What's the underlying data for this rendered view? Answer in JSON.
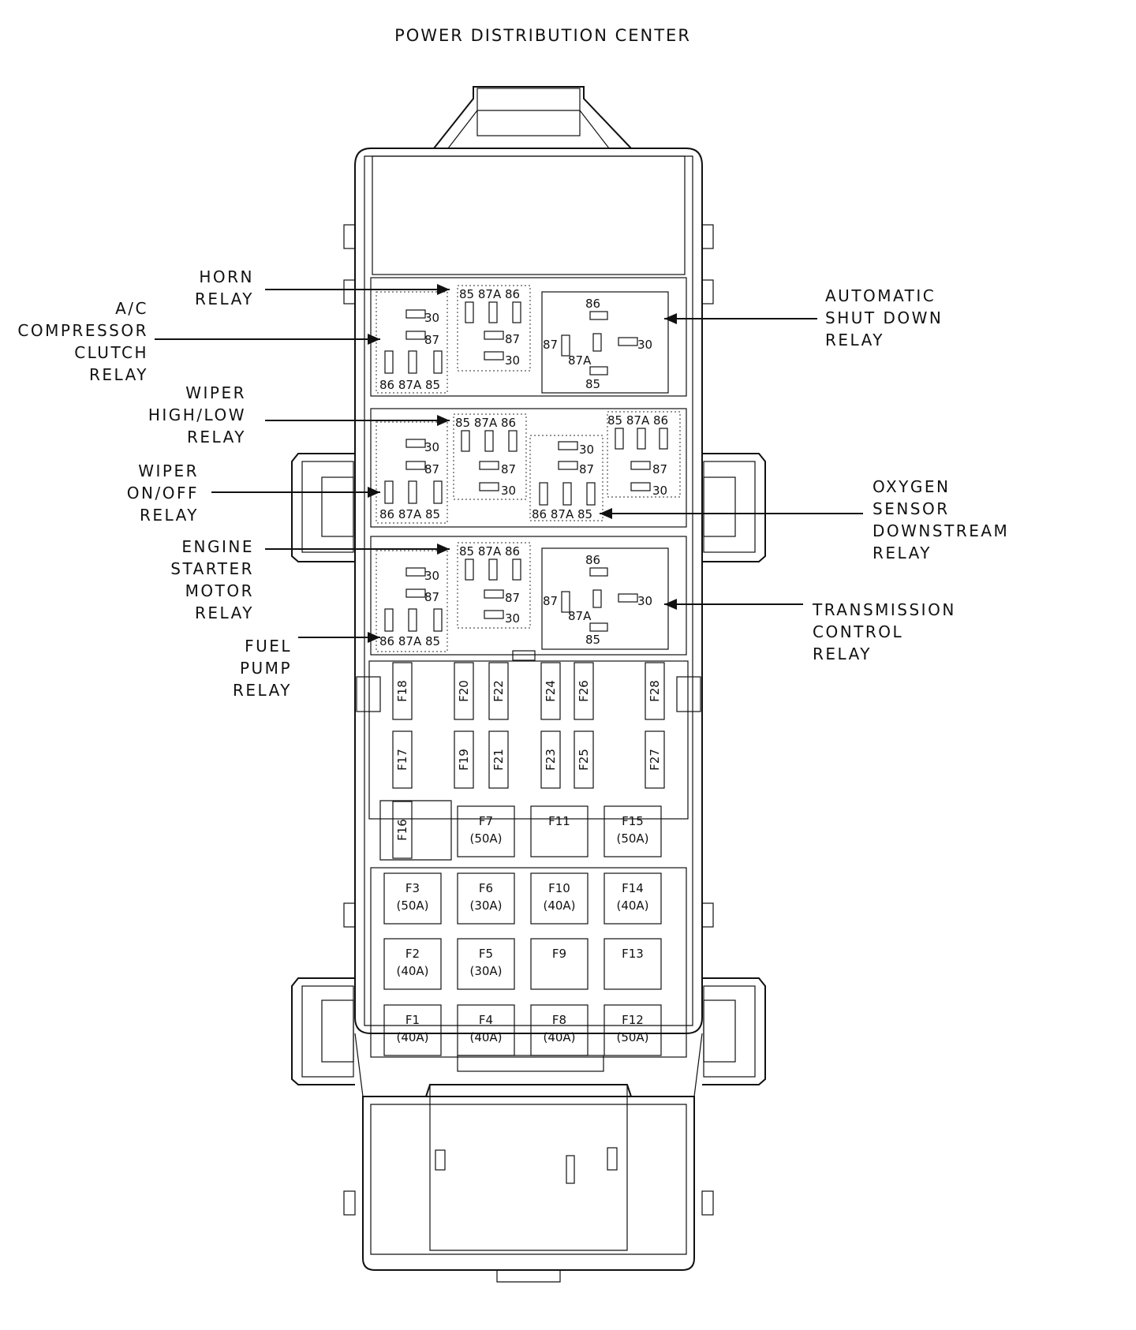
{
  "title": "POWER DISTRIBUTION CENTER",
  "callouts": {
    "horn_relay": [
      "HORN",
      "RELAY"
    ],
    "ac_clutch_relay": [
      "A/C",
      "COMPRESSOR",
      "CLUTCH",
      "RELAY"
    ],
    "wiper_highlow_relay": [
      "WIPER",
      "HIGH/LOW",
      "RELAY"
    ],
    "wiper_onoff_relay": [
      "WIPER",
      "ON/OFF",
      "RELAY"
    ],
    "engine_starter_relay": [
      "ENGINE",
      "STARTER",
      "MOTOR",
      "RELAY"
    ],
    "fuel_pump_relay": [
      "FUEL",
      "PUMP",
      "RELAY"
    ],
    "asd_relay": [
      "AUTOMATIC",
      "SHUT DOWN",
      "RELAY"
    ],
    "o2_downstream_relay": [
      "OXYGEN",
      "SENSOR",
      "DOWNSTREAM",
      "RELAY"
    ],
    "trans_control_relay": [
      "TRANSMISSION",
      "CONTROL",
      "RELAY"
    ]
  },
  "pins": {
    "top_row": "85 87A 86",
    "bottom_row": "86 87A 85",
    "p30": "30",
    "p87": "87",
    "p86": "86",
    "p85": "85",
    "p87a": "87A"
  },
  "mini_fuses_top": [
    "F18",
    "F20",
    "F22",
    "F24",
    "F26",
    "F28"
  ],
  "mini_fuses_mid": [
    "F17",
    "F19",
    "F21",
    "F23",
    "F25",
    "F27"
  ],
  "mini_fuse_low": "F16",
  "maxi_fuses": [
    {
      "id": "F7",
      "rating": "(50A)"
    },
    {
      "id": "F11",
      "rating": ""
    },
    {
      "id": "F15",
      "rating": "(50A)"
    },
    {
      "id": "F3",
      "rating": "(50A)"
    },
    {
      "id": "F6",
      "rating": "(30A)"
    },
    {
      "id": "F10",
      "rating": "(40A)"
    },
    {
      "id": "F14",
      "rating": "(40A)"
    },
    {
      "id": "F2",
      "rating": "(40A)"
    },
    {
      "id": "F5",
      "rating": "(30A)"
    },
    {
      "id": "F9",
      "rating": ""
    },
    {
      "id": "F13",
      "rating": ""
    },
    {
      "id": "F1",
      "rating": "(40A)"
    },
    {
      "id": "F4",
      "rating": "(40A)"
    },
    {
      "id": "F8",
      "rating": "(40A)"
    },
    {
      "id": "F12",
      "rating": "(50A)"
    }
  ]
}
